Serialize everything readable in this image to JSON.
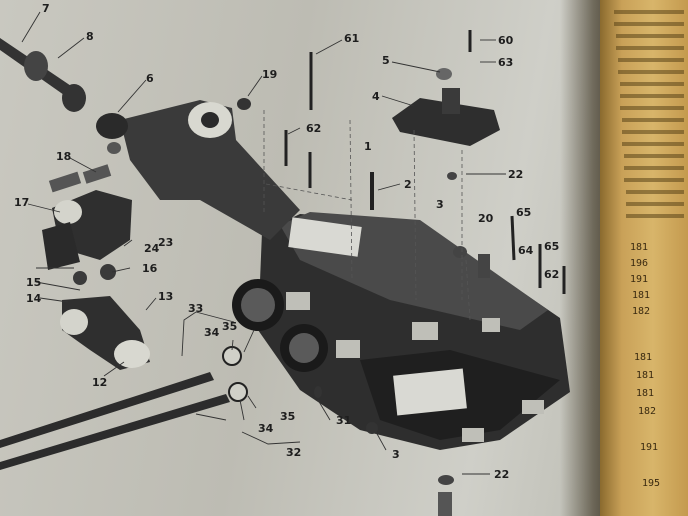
{
  "colors": {
    "paper": "#c6c5bc",
    "ink": "#1e1e1e",
    "part_dark": "#2b2b2b",
    "part_mid": "#555555",
    "right_page": "#d2ae64"
  },
  "callouts": [
    "7",
    "8",
    "6",
    "19",
    "61",
    "62",
    "5",
    "4",
    "60",
    "63",
    "1",
    "2",
    "22",
    "18",
    "17",
    "24",
    "23",
    "3",
    "20",
    "65",
    "64",
    "65",
    "62",
    "16",
    "15",
    "14",
    "13",
    "12",
    "33",
    "34",
    "35",
    "31",
    "3",
    "35",
    "34",
    "32",
    "22"
  ],
  "right_page_numbers": [
    "181",
    "196",
    "191",
    "181",
    "182",
    "181",
    "181",
    "181",
    "182",
    "191",
    "195"
  ]
}
